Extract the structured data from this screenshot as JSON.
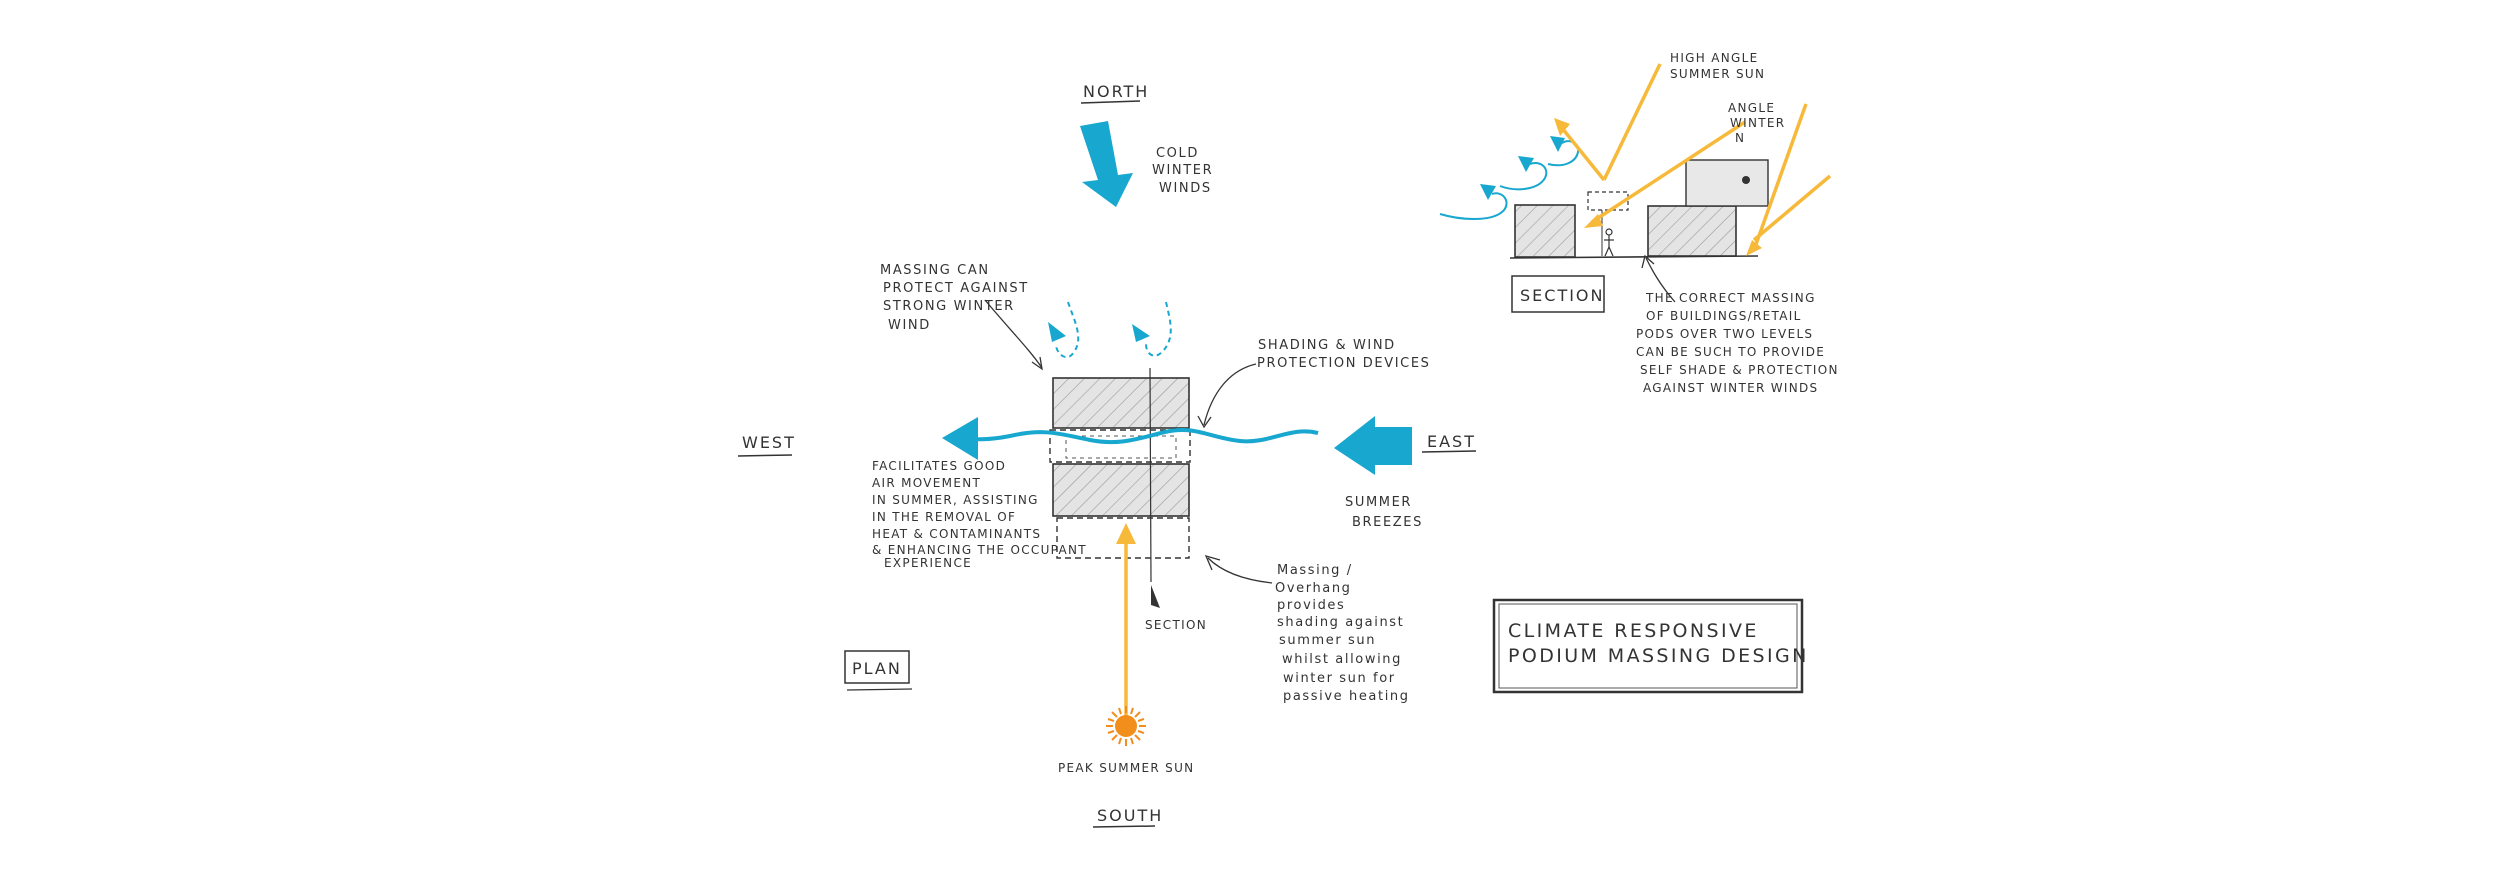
{
  "compass": {
    "north": "NORTH",
    "south": "SOUTH",
    "east": "EAST",
    "west": "WEST"
  },
  "plan_notes": {
    "cold_winter_winds": [
      "COLD",
      "WINTER",
      "WINDS"
    ],
    "massing_protect": [
      "MASSING CAN",
      "PROTECT AGAINST",
      "STRONG WINTER",
      "WIND"
    ],
    "shading_devices": [
      "SHADING & WIND",
      "PROTECTION DEVICES"
    ],
    "air_movement": [
      "FACILITATES GOOD",
      "AIR MOVEMENT",
      "IN SUMMER, ASSISTING",
      "IN THE REMOVAL OF",
      "HEAT & CONTAMINANTS",
      "& ENHANCING THE OCCUPANT",
      "EXPERIENCE"
    ],
    "summer_breezes": [
      "SUMMER",
      "BREEZES"
    ],
    "massing_overhang": [
      "Massing /",
      "Overhang",
      "provides",
      "shading against",
      "summer sun",
      "whilst allowing",
      "winter sun for",
      "passive heating"
    ],
    "section_marker": "SECTION",
    "peak_summer_sun": "PEAK SUMMER SUN",
    "plan_label": "PLAN"
  },
  "section_notes": {
    "high_angle_sun": [
      "HIGH ANGLE",
      "SUMMER SUN"
    ],
    "low_angle_sun": [
      "ANGLE",
      "WINTER",
      "N"
    ],
    "section_label": "SECTION",
    "correct_massing": [
      "THE CORRECT MASSING",
      "OF BUILDINGS/RETAIL",
      "PODS OVER TWO LEVELS",
      "CAN BE SUCH TO PROVIDE",
      "SELF SHADE & PROTECTION",
      "AGAINST WINTER WINDS"
    ]
  },
  "title_box": [
    "CLIMATE RESPONSIVE",
    "PODIUM MASSING DESIGN"
  ],
  "colors": {
    "wind_blue": "#17a7cf",
    "sun_yellow": "#f7b93a",
    "sun_orange": "#f28e1c",
    "ink": "#333333",
    "building_fill": "#e4e4e4"
  }
}
